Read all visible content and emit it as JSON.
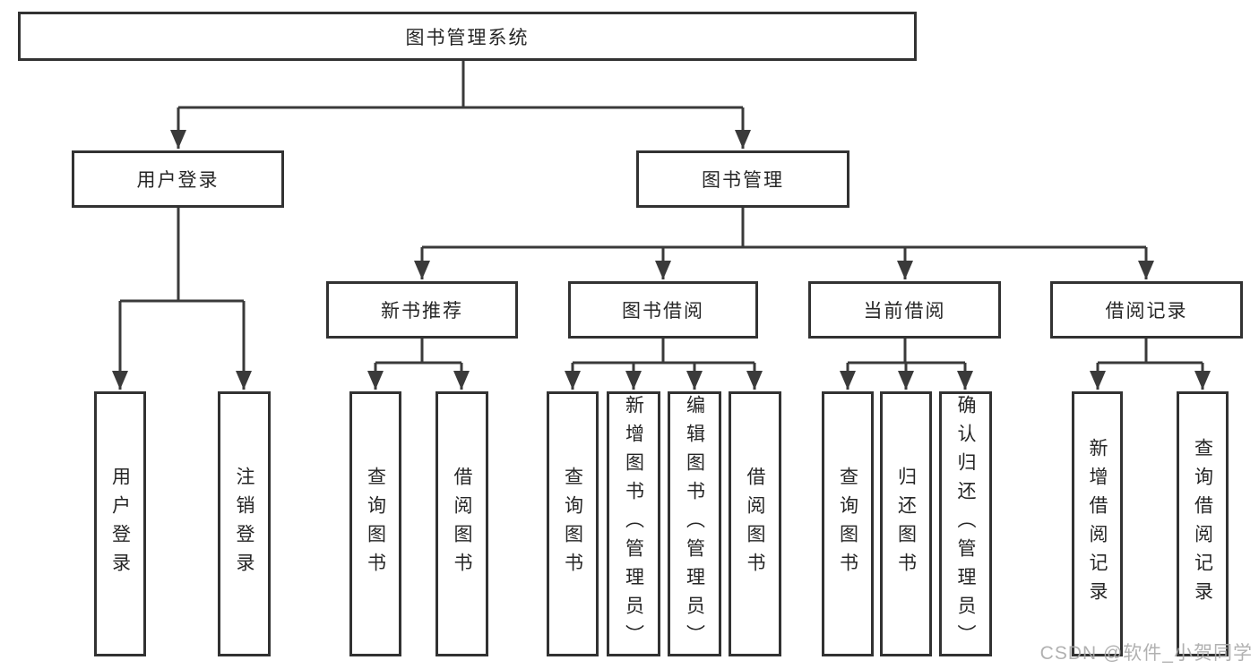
{
  "diagram": {
    "root": {
      "label": "图书管理系统"
    },
    "level2": [
      {
        "label": "用户登录"
      },
      {
        "label": "图书管理"
      }
    ],
    "level3": [
      {
        "label": "新书推荐",
        "parent": "图书管理"
      },
      {
        "label": "图书借阅",
        "parent": "图书管理"
      },
      {
        "label": "当前借阅",
        "parent": "图书管理"
      },
      {
        "label": "借阅记录",
        "parent": "图书管理"
      }
    ],
    "leaves": [
      {
        "label": "用户登录",
        "parent": "用户登录"
      },
      {
        "label": "注销登录",
        "parent": "用户登录"
      },
      {
        "label": "查询图书",
        "parent": "新书推荐"
      },
      {
        "label": "借阅图书",
        "parent": "新书推荐"
      },
      {
        "label": "查询图书",
        "parent": "图书借阅"
      },
      {
        "label": "新增图书（管理员）",
        "parent": "图书借阅"
      },
      {
        "label": "编辑图书（管理员）",
        "parent": "图书借阅"
      },
      {
        "label": "借阅图书",
        "parent": "图书借阅"
      },
      {
        "label": "查询图书",
        "parent": "当前借阅"
      },
      {
        "label": "归还图书",
        "parent": "当前借阅"
      },
      {
        "label": "确认归还（管理员）",
        "parent": "当前借阅"
      },
      {
        "label": "新增借阅记录",
        "parent": "借阅记录"
      },
      {
        "label": "查询借阅记录",
        "parent": "借阅记录"
      }
    ]
  },
  "watermark": {
    "text": "CSDN @软件_小贺同学"
  },
  "colors": {
    "background": "#ffffff",
    "box_border": "#323232",
    "connector_line": "#3a3a3a",
    "text": "#262626",
    "watermark": "#a8a8a8"
  }
}
